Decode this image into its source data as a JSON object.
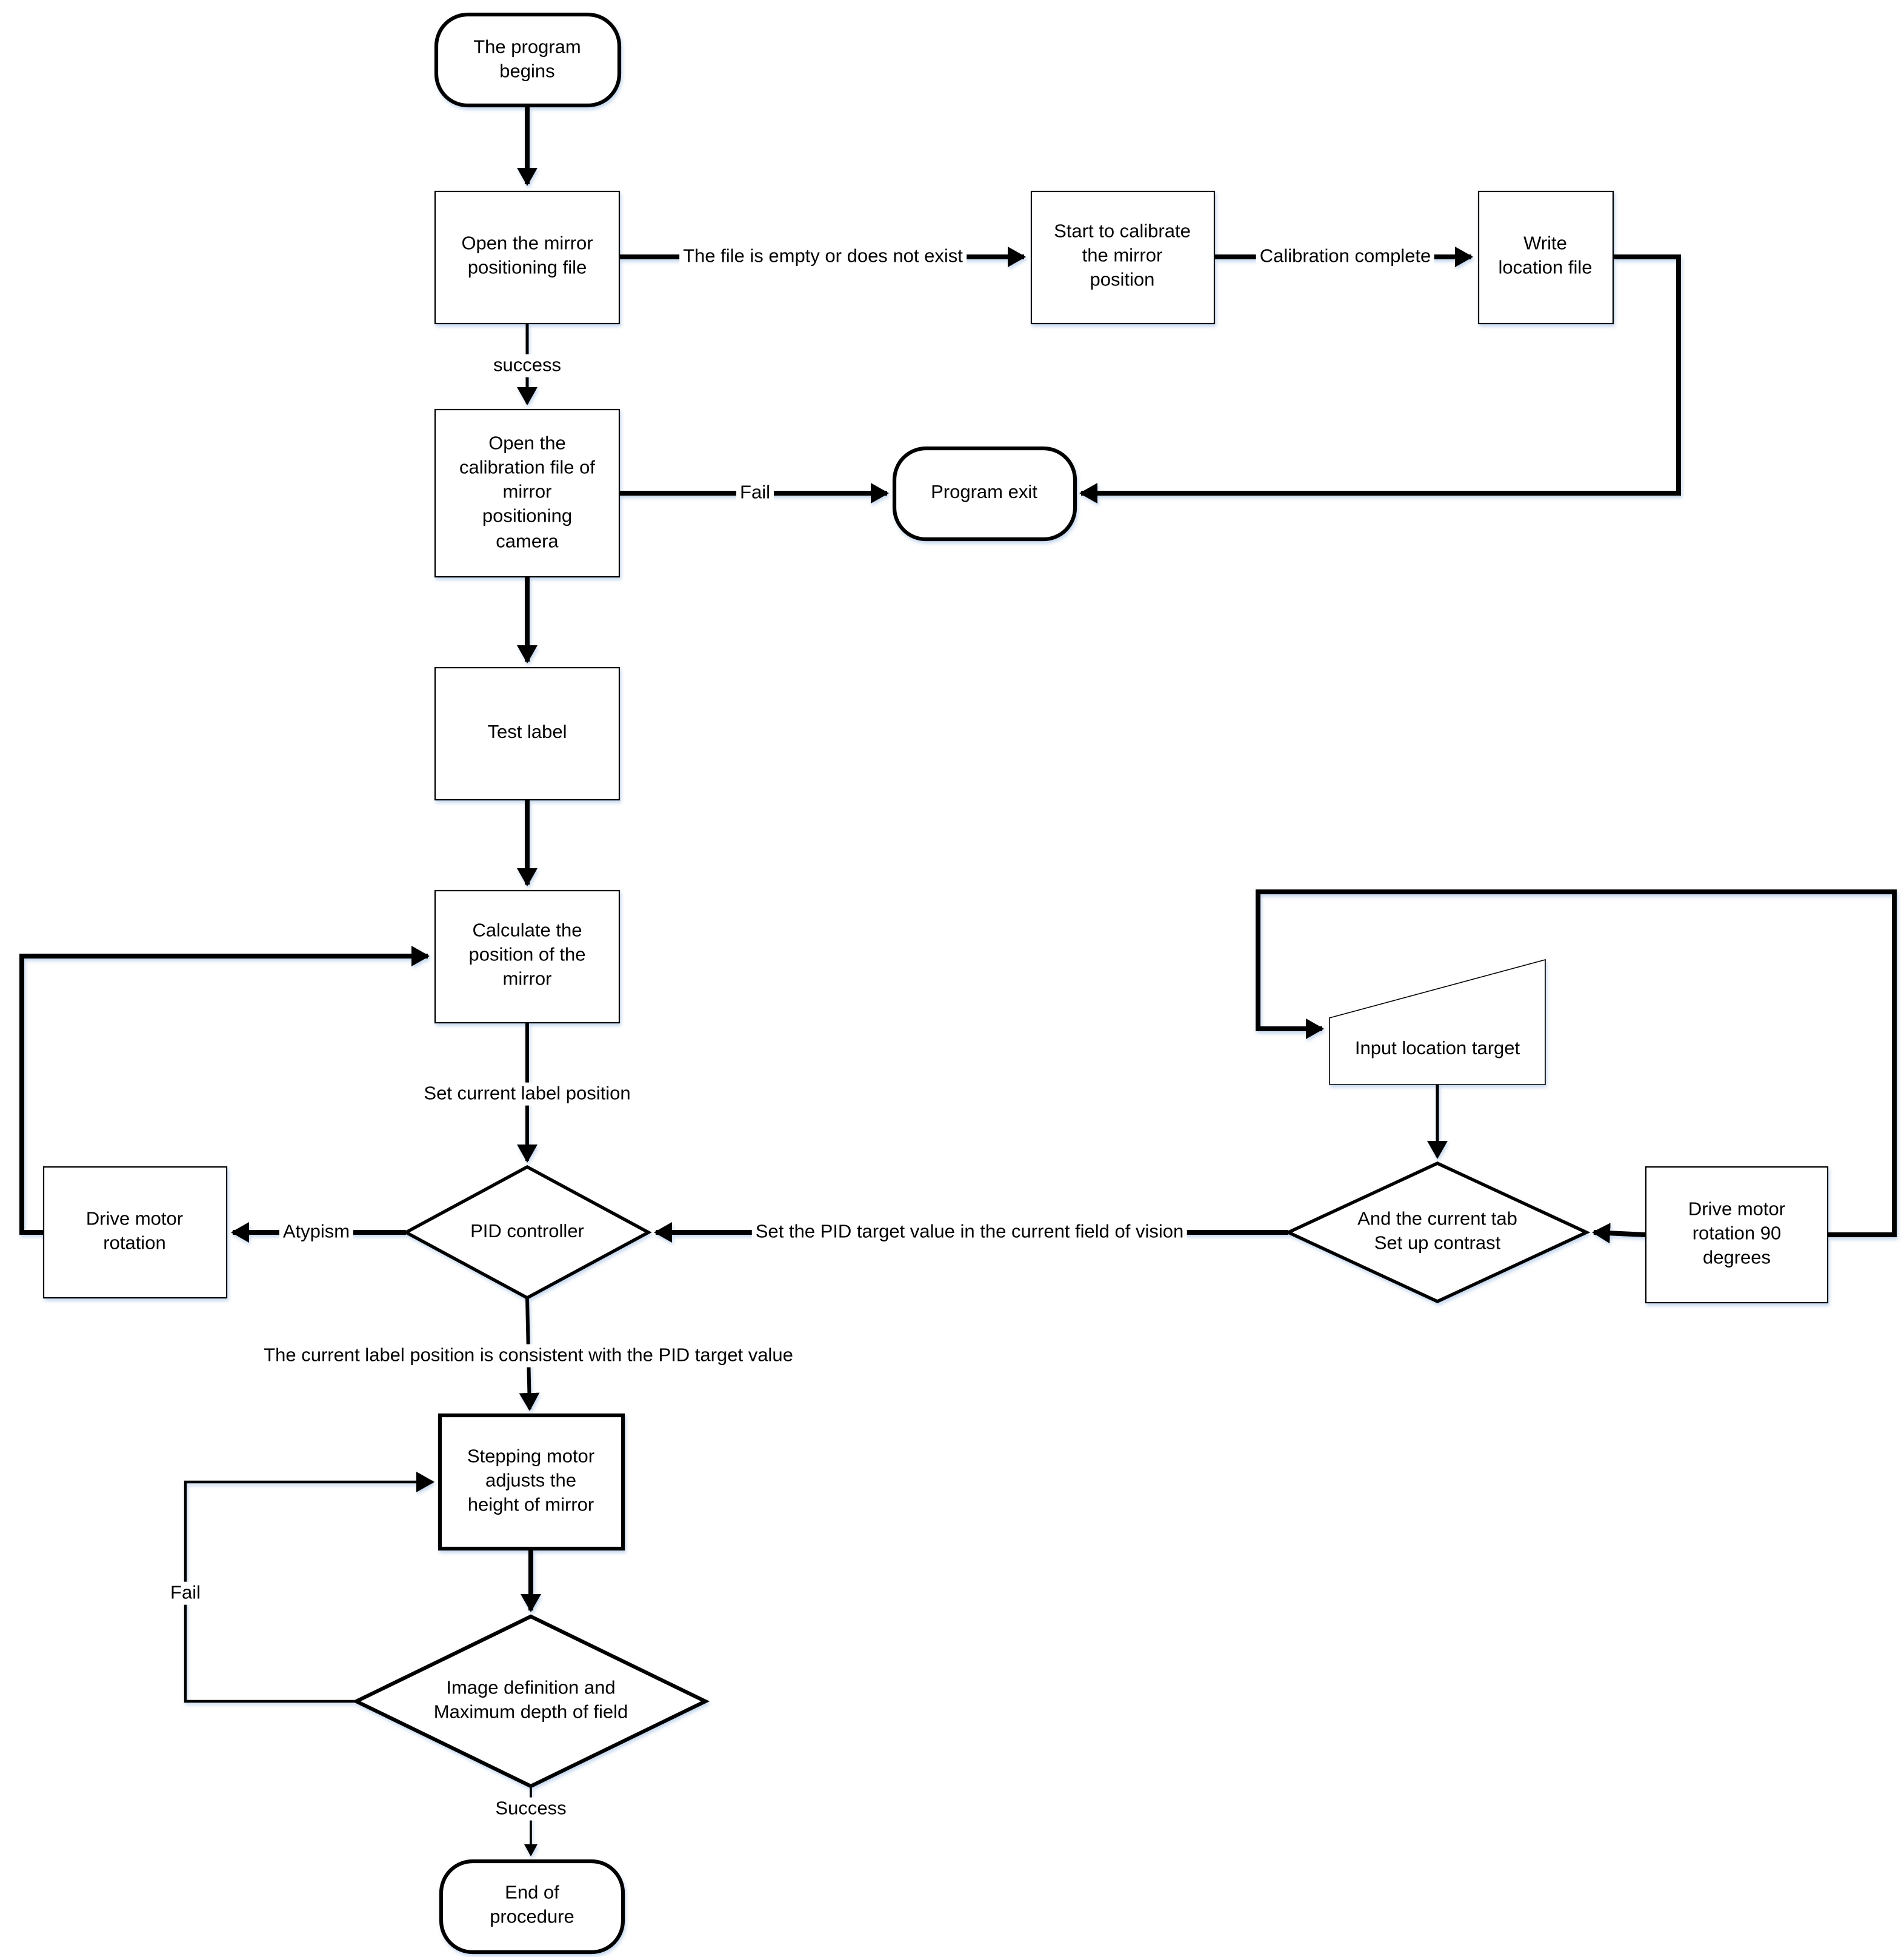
{
  "diagram": {
    "type": "flowchart",
    "colors": {
      "line": "#000000",
      "shape_fill": "#ffffff",
      "shadow": "#96b7e0",
      "background": "#ffffff"
    }
  },
  "nodes": {
    "start": {
      "shape": "terminator",
      "label": "The program\nbegins"
    },
    "open_file": {
      "shape": "process",
      "label": "Open the mirror\npositioning file"
    },
    "calibrate": {
      "shape": "process",
      "label": "Start to calibrate\nthe mirror\nposition"
    },
    "write_location": {
      "shape": "process",
      "label": "Write\nlocation file"
    },
    "open_calibration": {
      "shape": "process",
      "label": "Open the\ncalibration file of\nmirror\npositioning\ncamera"
    },
    "program_exit": {
      "shape": "terminator",
      "label": "Program exit"
    },
    "test_label": {
      "shape": "process",
      "label": "Test label"
    },
    "calc_position": {
      "shape": "process",
      "label": "Calculate the\nposition of the\nmirror"
    },
    "drive_motor": {
      "shape": "process",
      "label": "Drive motor\nrotation"
    },
    "pid": {
      "shape": "decision",
      "label": "PID controller"
    },
    "input_target": {
      "shape": "manual_input",
      "label": "Input location target"
    },
    "contrast": {
      "shape": "decision",
      "label": "And the current tab\nSet up contrast"
    },
    "drive_motor_90": {
      "shape": "process",
      "label": "Drive motor\nrotation 90\ndegrees"
    },
    "stepping_motor": {
      "shape": "process",
      "label": "Stepping motor\nadjusts the\nheight of mirror"
    },
    "image_definition": {
      "shape": "decision",
      "label": "Image definition and\nMaximum depth of field"
    },
    "end": {
      "shape": "terminator",
      "label": "End of\nprocedure"
    }
  },
  "edge_labels": {
    "file_empty": "The file is empty or does not exist",
    "calibration_complete": "Calibration complete",
    "success": "success",
    "fail_exit": "Fail",
    "set_current_label": "Set current label position",
    "atypism": "Atypism",
    "consistent": "The current label position is consistent with the PID target value",
    "set_pid_target": "Set the PID target value in the current field of vision",
    "fail_loop": "Fail",
    "success_end": "Success"
  }
}
